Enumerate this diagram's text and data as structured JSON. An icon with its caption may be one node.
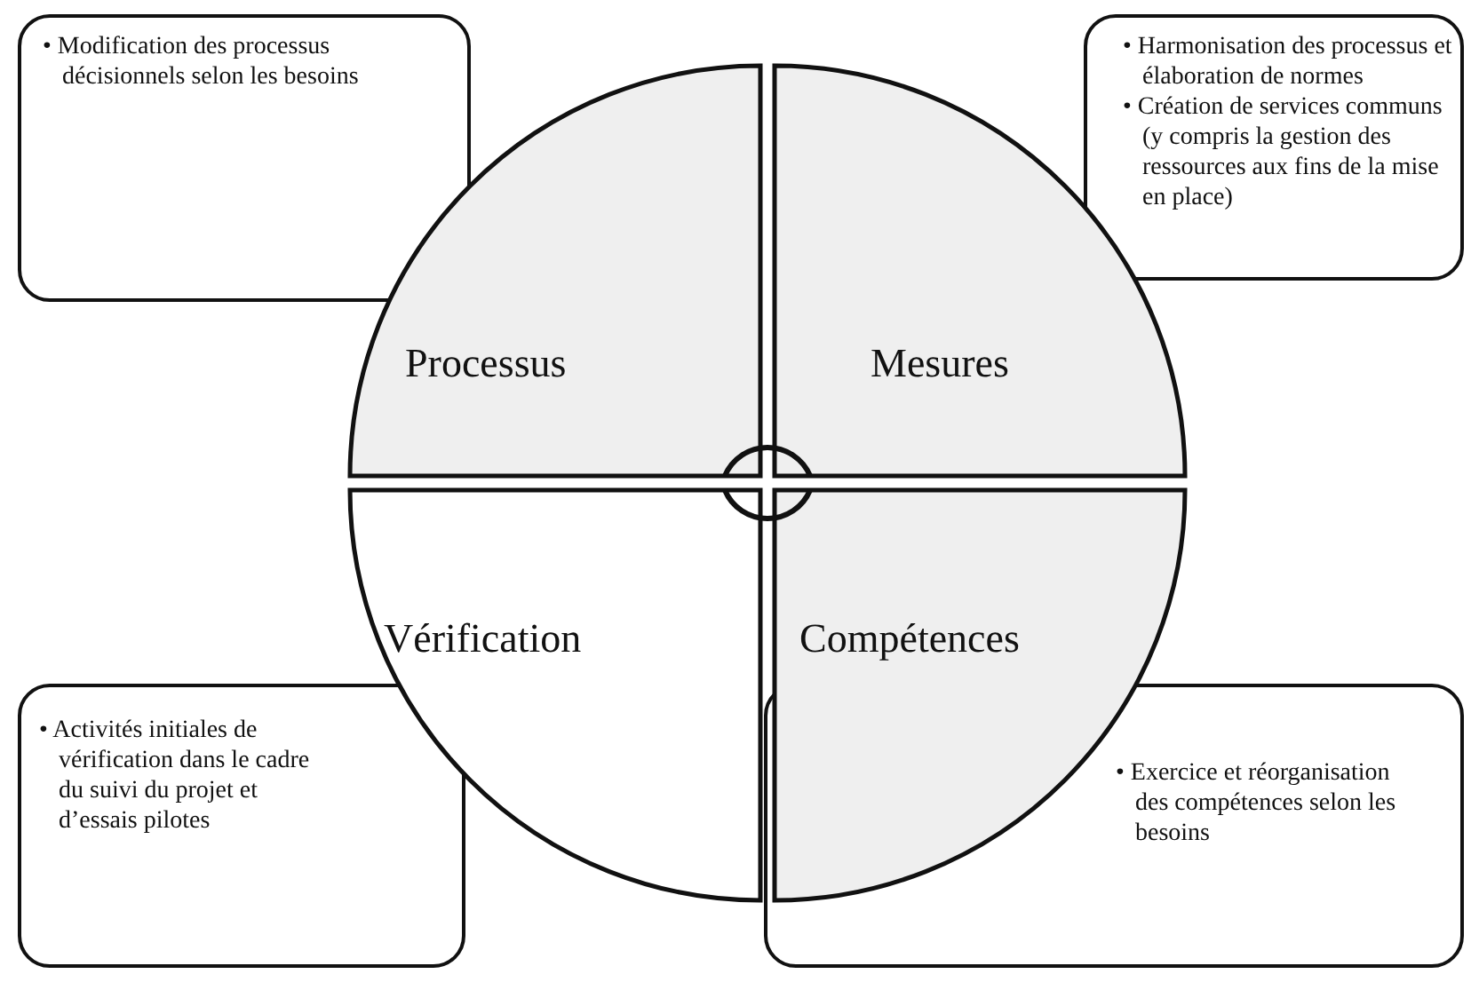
{
  "diagram": {
    "nodes": [
      {
        "text": [
          "• Modification des processus décisionnels selon les besoins"
        ]
      },
      {
        "text": [
          "• Harmonisation des processus et élaboration de normes",
          "• Création de services communs (y compris la gestion des ressources aux fins de la mise en place)"
        ]
      },
      {
        "text": [
          "Processus"
        ]
      },
      {
        "text": [
          "Mesures"
        ]
      },
      {
        "text": [
          "Vérification"
        ]
      },
      {
        "text": [
          "Compétences"
        ]
      },
      {
        "text": [
          "• Activités initiales de vérification dans le cadre du suivi du projet et d’essais pilotes"
        ]
      },
      {
        "text": [
          "• Exercice et réorganisation des compétences selon les besoins"
        ]
      }
    ]
  }
}
